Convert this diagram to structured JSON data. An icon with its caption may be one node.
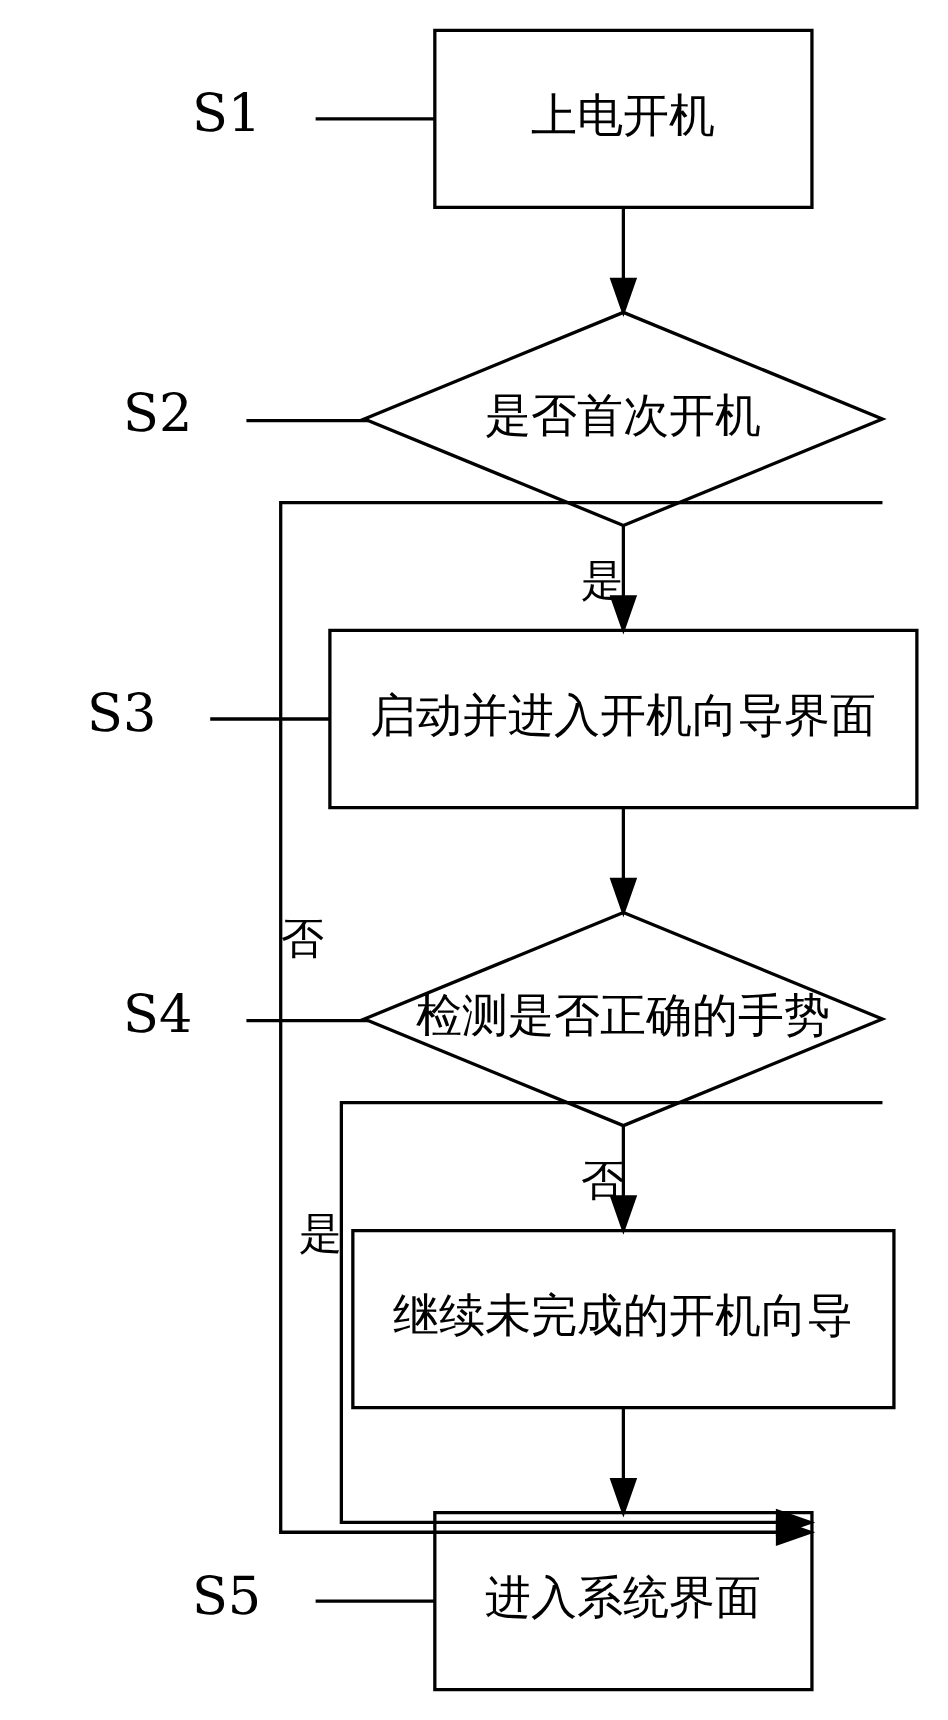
{
  "diagram": {
    "nodes": [
      {
        "text": [
          "S1"
        ]
      },
      {
        "text": [
          "上电开机"
        ]
      },
      {
        "text": [
          "S2"
        ]
      },
      {
        "text": [
          "是否首次开机"
        ]
      },
      {
        "text": [
          "S3"
        ]
      },
      {
        "text": [
          "启动并进入开机向导界面"
        ]
      },
      {
        "text": [
          "S4"
        ]
      },
      {
        "text": [
          "检测是否正确的手势"
        ]
      },
      {
        "text": [
          "继续未完成的开机向导"
        ]
      },
      {
        "text": [
          "S5"
        ]
      },
      {
        "text": [
          "进入系统界面"
        ]
      }
    ],
    "edges": [
      {
        "from": 0,
        "to": 1,
        "arrow": "none"
      },
      {
        "from": 1,
        "to": 3,
        "arrow": "to"
      },
      {
        "from": 2,
        "to": 3,
        "arrow": "none"
      },
      {
        "from": 3,
        "to": 10,
        "arrow": "to",
        "label": "否"
      },
      {
        "from": 3,
        "to": 5,
        "arrow": "to",
        "label": "是"
      },
      {
        "from": 4,
        "to": 5,
        "arrow": "none"
      },
      {
        "from": 5,
        "to": 7,
        "arrow": "to"
      },
      {
        "from": 6,
        "to": 7,
        "arrow": "none"
      },
      {
        "from": 7,
        "to": 10,
        "arrow": "to",
        "label": "是"
      },
      {
        "from": 7,
        "to": 8,
        "arrow": "to",
        "label": "否"
      },
      {
        "from": 8,
        "to": 10,
        "arrow": "to"
      },
      {
        "from": 9,
        "to": 10,
        "arrow": "none"
      }
    ]
  }
}
